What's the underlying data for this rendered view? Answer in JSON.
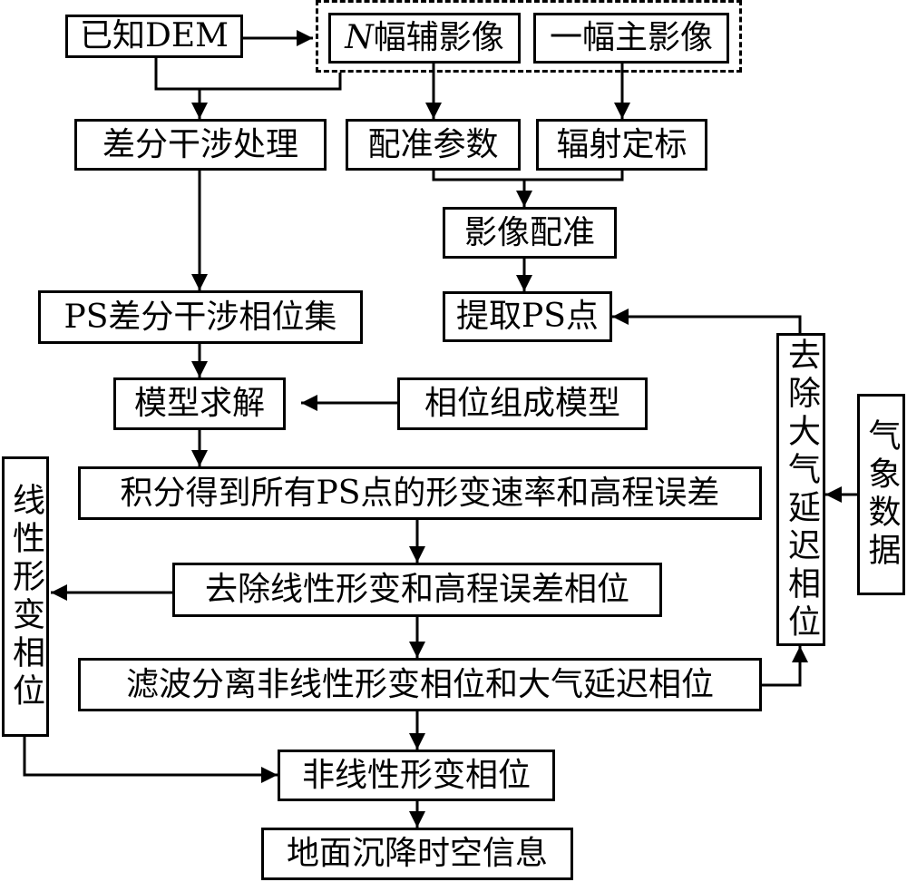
{
  "nodes": {
    "known_dem": "已知DEM",
    "n_label": "N",
    "aux_images": "幅辅影像",
    "main_image": "一幅主影像",
    "diff_interf": "差分干涉处理",
    "reg_params": "配准参数",
    "radiometric": "辐射定标",
    "image_reg": "影像配准",
    "extract_ps": "提取PS点",
    "ps_phase_set": "PS差分干涉相位集",
    "model_solve": "模型求解",
    "phase_model": "相位组成模型",
    "integrate": "积分得到所有PS点的形变速率和高程误差",
    "remove_linear": "去除线性形变和高程误差相位",
    "filter_sep": "滤波分离非线性形变相位和大气延迟相位",
    "nonlinear": "非线性形变相位",
    "subsidence": "地面沉降时空信息",
    "linear_phase": "线性形变相位",
    "remove_atm": "去除大气延迟相位",
    "weather": "气象数据"
  }
}
